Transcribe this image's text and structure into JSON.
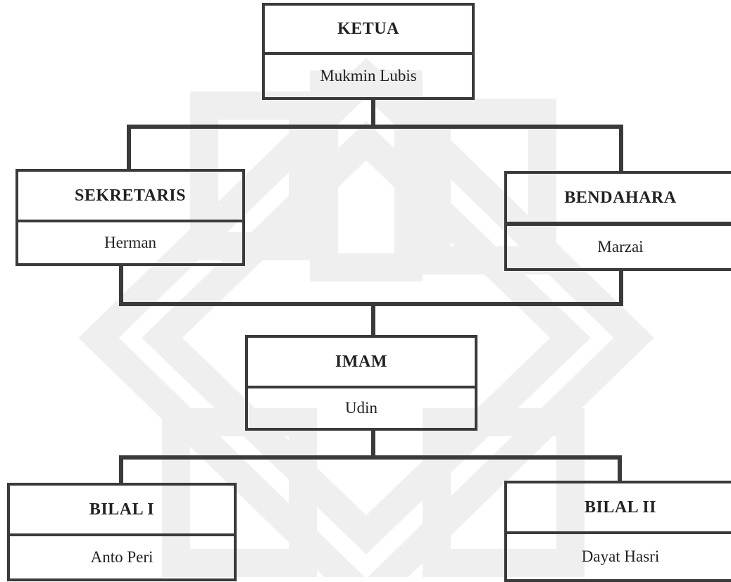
{
  "org_chart": {
    "ketua": {
      "role": "KETUA",
      "name": "Mukmin Lubis"
    },
    "sekretaris": {
      "role": "SEKRETARIS",
      "name": "Herman"
    },
    "bendahara": {
      "role": "BENDAHARA",
      "name": "Marzai"
    },
    "imam": {
      "role": "IMAM",
      "name": "Udin"
    },
    "bilal1": {
      "role": "BILAL I",
      "name": "Anto Peri"
    },
    "bilal2": {
      "role": "BILAL II",
      "name": "Dayat Hasri"
    }
  },
  "colors": {
    "line": "#3a3a3a",
    "watermark": "#eeeeee"
  },
  "watermark_icon": "institution-logo-watermark"
}
